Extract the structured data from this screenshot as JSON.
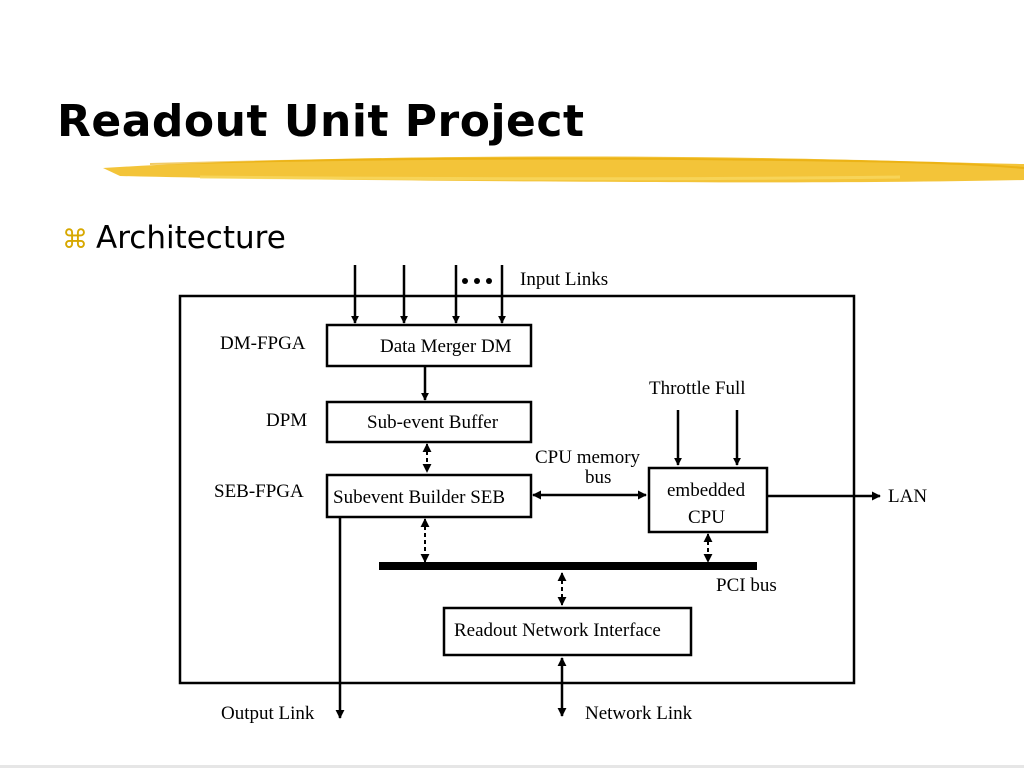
{
  "slide": {
    "title": "Readout Unit Project",
    "bullet": "Architecture",
    "bullet_glyph": "⌘"
  },
  "diagram": {
    "blocks": {
      "data_merger": "Data Merger DM",
      "subevent_buffer": "Sub-event Buffer",
      "subevent_builder": "Subevent Builder SEB",
      "embedded_cpu_line1": "embedded",
      "embedded_cpu_line2": "CPU",
      "readout_network_interface": "Readout Network Interface"
    },
    "labels": {
      "input_links": "Input Links",
      "dm_fpga": "DM-FPGA",
      "dpm": "DPM",
      "seb_fpga": "SEB-FPGA",
      "throttle_full": "Throttle Full",
      "cpu_memory_bus_line1": "CPU memory",
      "cpu_memory_bus_line2": "bus",
      "lan": "LAN",
      "pci_bus": "PCI bus",
      "output_link": "Output Link",
      "network_link": "Network Link"
    }
  },
  "colors": {
    "accent_brush": "#f2c12e",
    "bullet_glyph": "#d7a800"
  }
}
